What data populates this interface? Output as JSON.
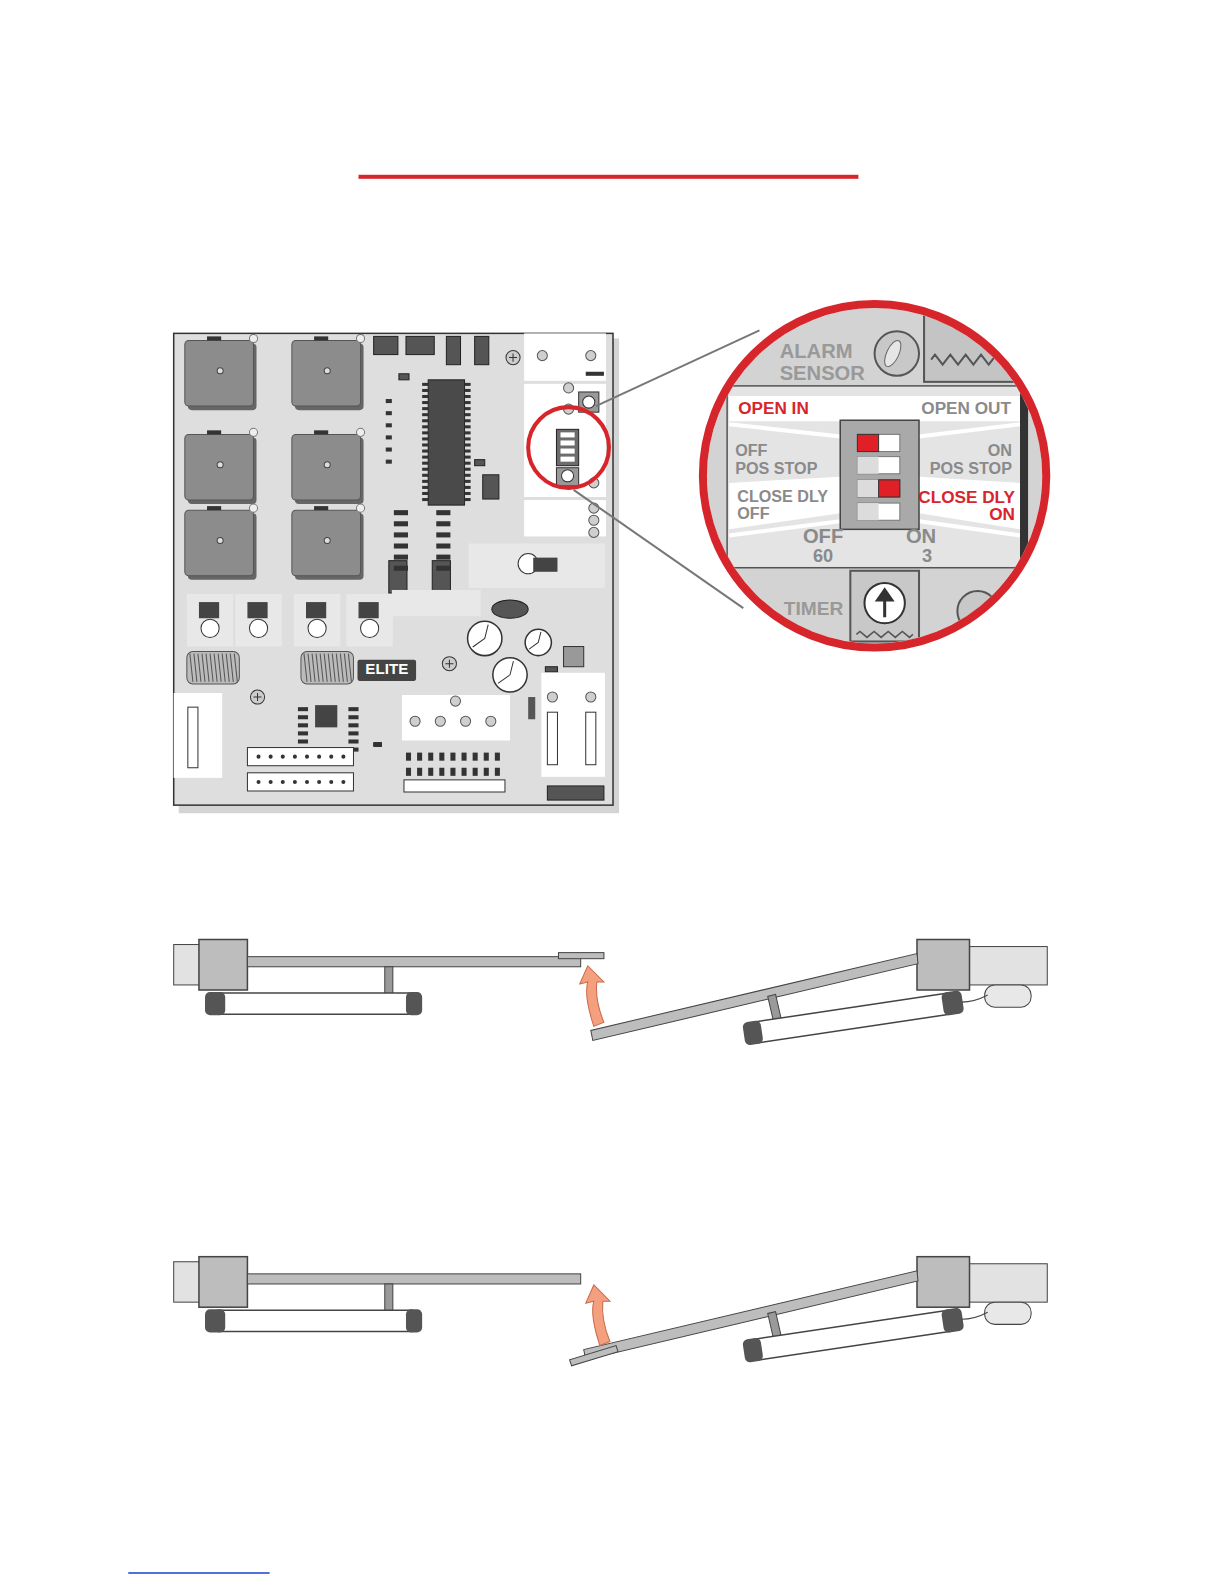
{
  "diagram": {
    "labels": [
      "ALARM SENSOR",
      "OPEN IN",
      "OPEN OUT",
      "OFF",
      "POS STOP",
      "ON",
      "POS STOP",
      "CLOSE DLY",
      "OFF",
      "CLOSE DLY",
      "ON",
      "OFF",
      "60",
      "ON",
      "3",
      "TIMER",
      "ELITE"
    ]
  }
}
